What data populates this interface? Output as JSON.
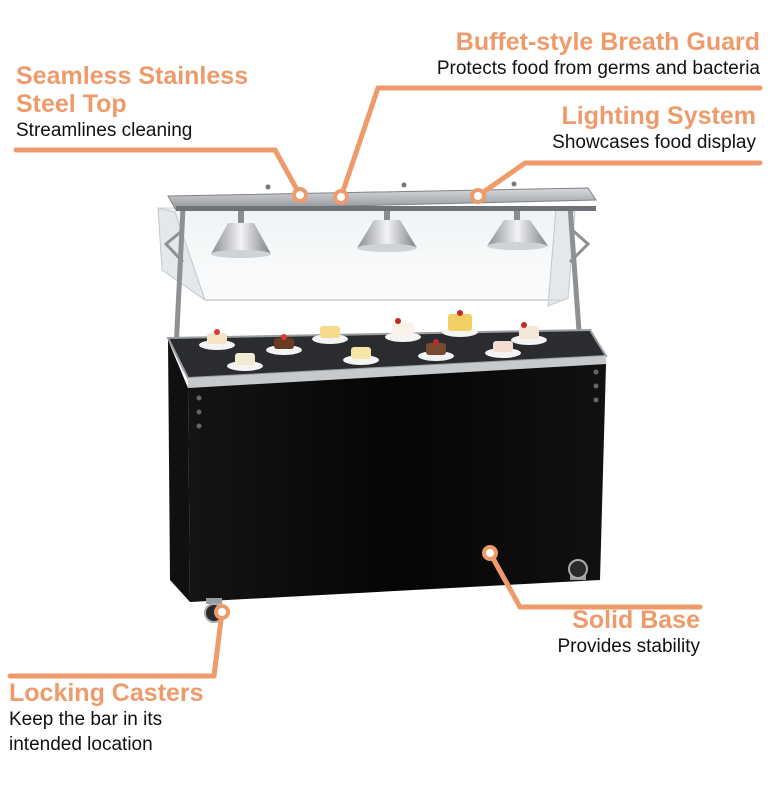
{
  "accent_color": "#ee9a6a",
  "callouts": {
    "breath_guard": {
      "title": "Buffet-style Breath Guard",
      "desc": "Protects food from germs and bacteria"
    },
    "stainless_top": {
      "title": "Seamless Stainless\nSteel Top",
      "desc": "Streamlines cleaning"
    },
    "lighting": {
      "title": "Lighting System",
      "desc": "Showcases food display"
    },
    "solid_base": {
      "title": "Solid Base",
      "desc": "Provides stability"
    },
    "casters": {
      "title": "Locking Casters",
      "desc": "Keep the bar in its\nintended location"
    }
  }
}
